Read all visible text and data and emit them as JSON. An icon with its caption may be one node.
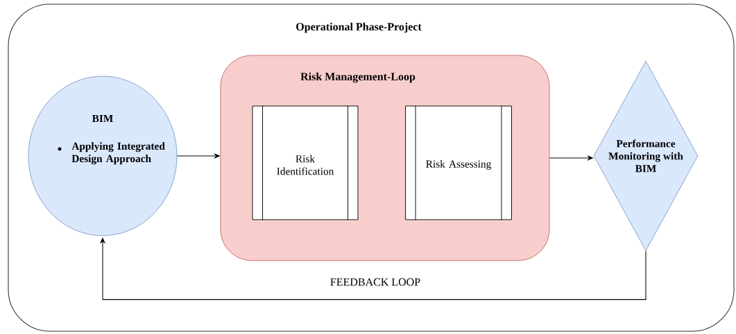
{
  "diagram": {
    "nodes": [
      {
        "text": [
          "Operational Phase-Project"
        ]
      },
      {
        "text": [
          "BIM",
          "Applying Integrated Design Approach"
        ],
        "in": 0
      },
      {
        "text": [
          "Risk Management-Loop"
        ],
        "in": 0
      },
      {
        "text": [
          "Risk Identification"
        ],
        "in": 2
      },
      {
        "text": [
          "Risk Assessing"
        ],
        "in": 2
      },
      {
        "text": [
          "Performance Monitoring with BIM"
        ],
        "in": 0
      }
    ],
    "edges": [
      {
        "from": 1,
        "to": 2,
        "arrow": "to"
      },
      {
        "from": 2,
        "to": 5,
        "arrow": "to"
      },
      {
        "from": 5,
        "to": 1,
        "arrow": "to",
        "label": "FEEDBACK LOOP"
      }
    ]
  }
}
